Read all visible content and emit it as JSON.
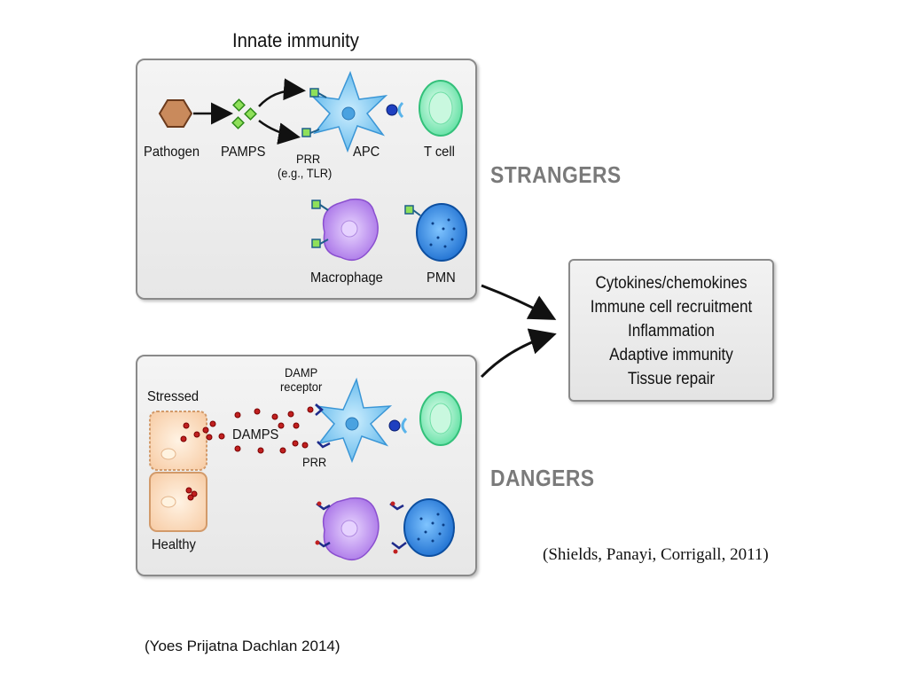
{
  "title": "Innate immunity",
  "strangers": {
    "heading": "STRANGERS",
    "labels": {
      "pathogen": "Pathogen",
      "pamps": "PAMPS",
      "apc": "APC",
      "tcell": "T cell",
      "prr": "PRR",
      "prr_example": "(e.g., TLR)",
      "macrophage": "Macrophage",
      "pmn": "PMN"
    }
  },
  "dangers": {
    "heading": "DANGERS",
    "labels": {
      "stressed": "Stressed",
      "damps": "DAMPS",
      "damp_receptor_1": "DAMP",
      "damp_receptor_2": "receptor",
      "prr": "PRR",
      "healthy": "Healthy"
    }
  },
  "outcomes": [
    "Cytokines/chemokines",
    "Immune cell recruitment",
    "Inflammation",
    "Adaptive immunity",
    "Tissue repair"
  ],
  "citations": {
    "figure": "(Shields,  Panayi, Corrigall, 2011)",
    "slide": "(Yoes Prijatna Dachlan 2014)"
  },
  "colors": {
    "pathogen": "#a0522d",
    "pamps": "#66cc33",
    "apc": "#6ec3f0",
    "tcell": "#6ee6a8",
    "macrophage": "#b07ee8",
    "pmn": "#2b7fd8",
    "damps": "#b01818",
    "heading_gray": "#7a7a7a"
  }
}
